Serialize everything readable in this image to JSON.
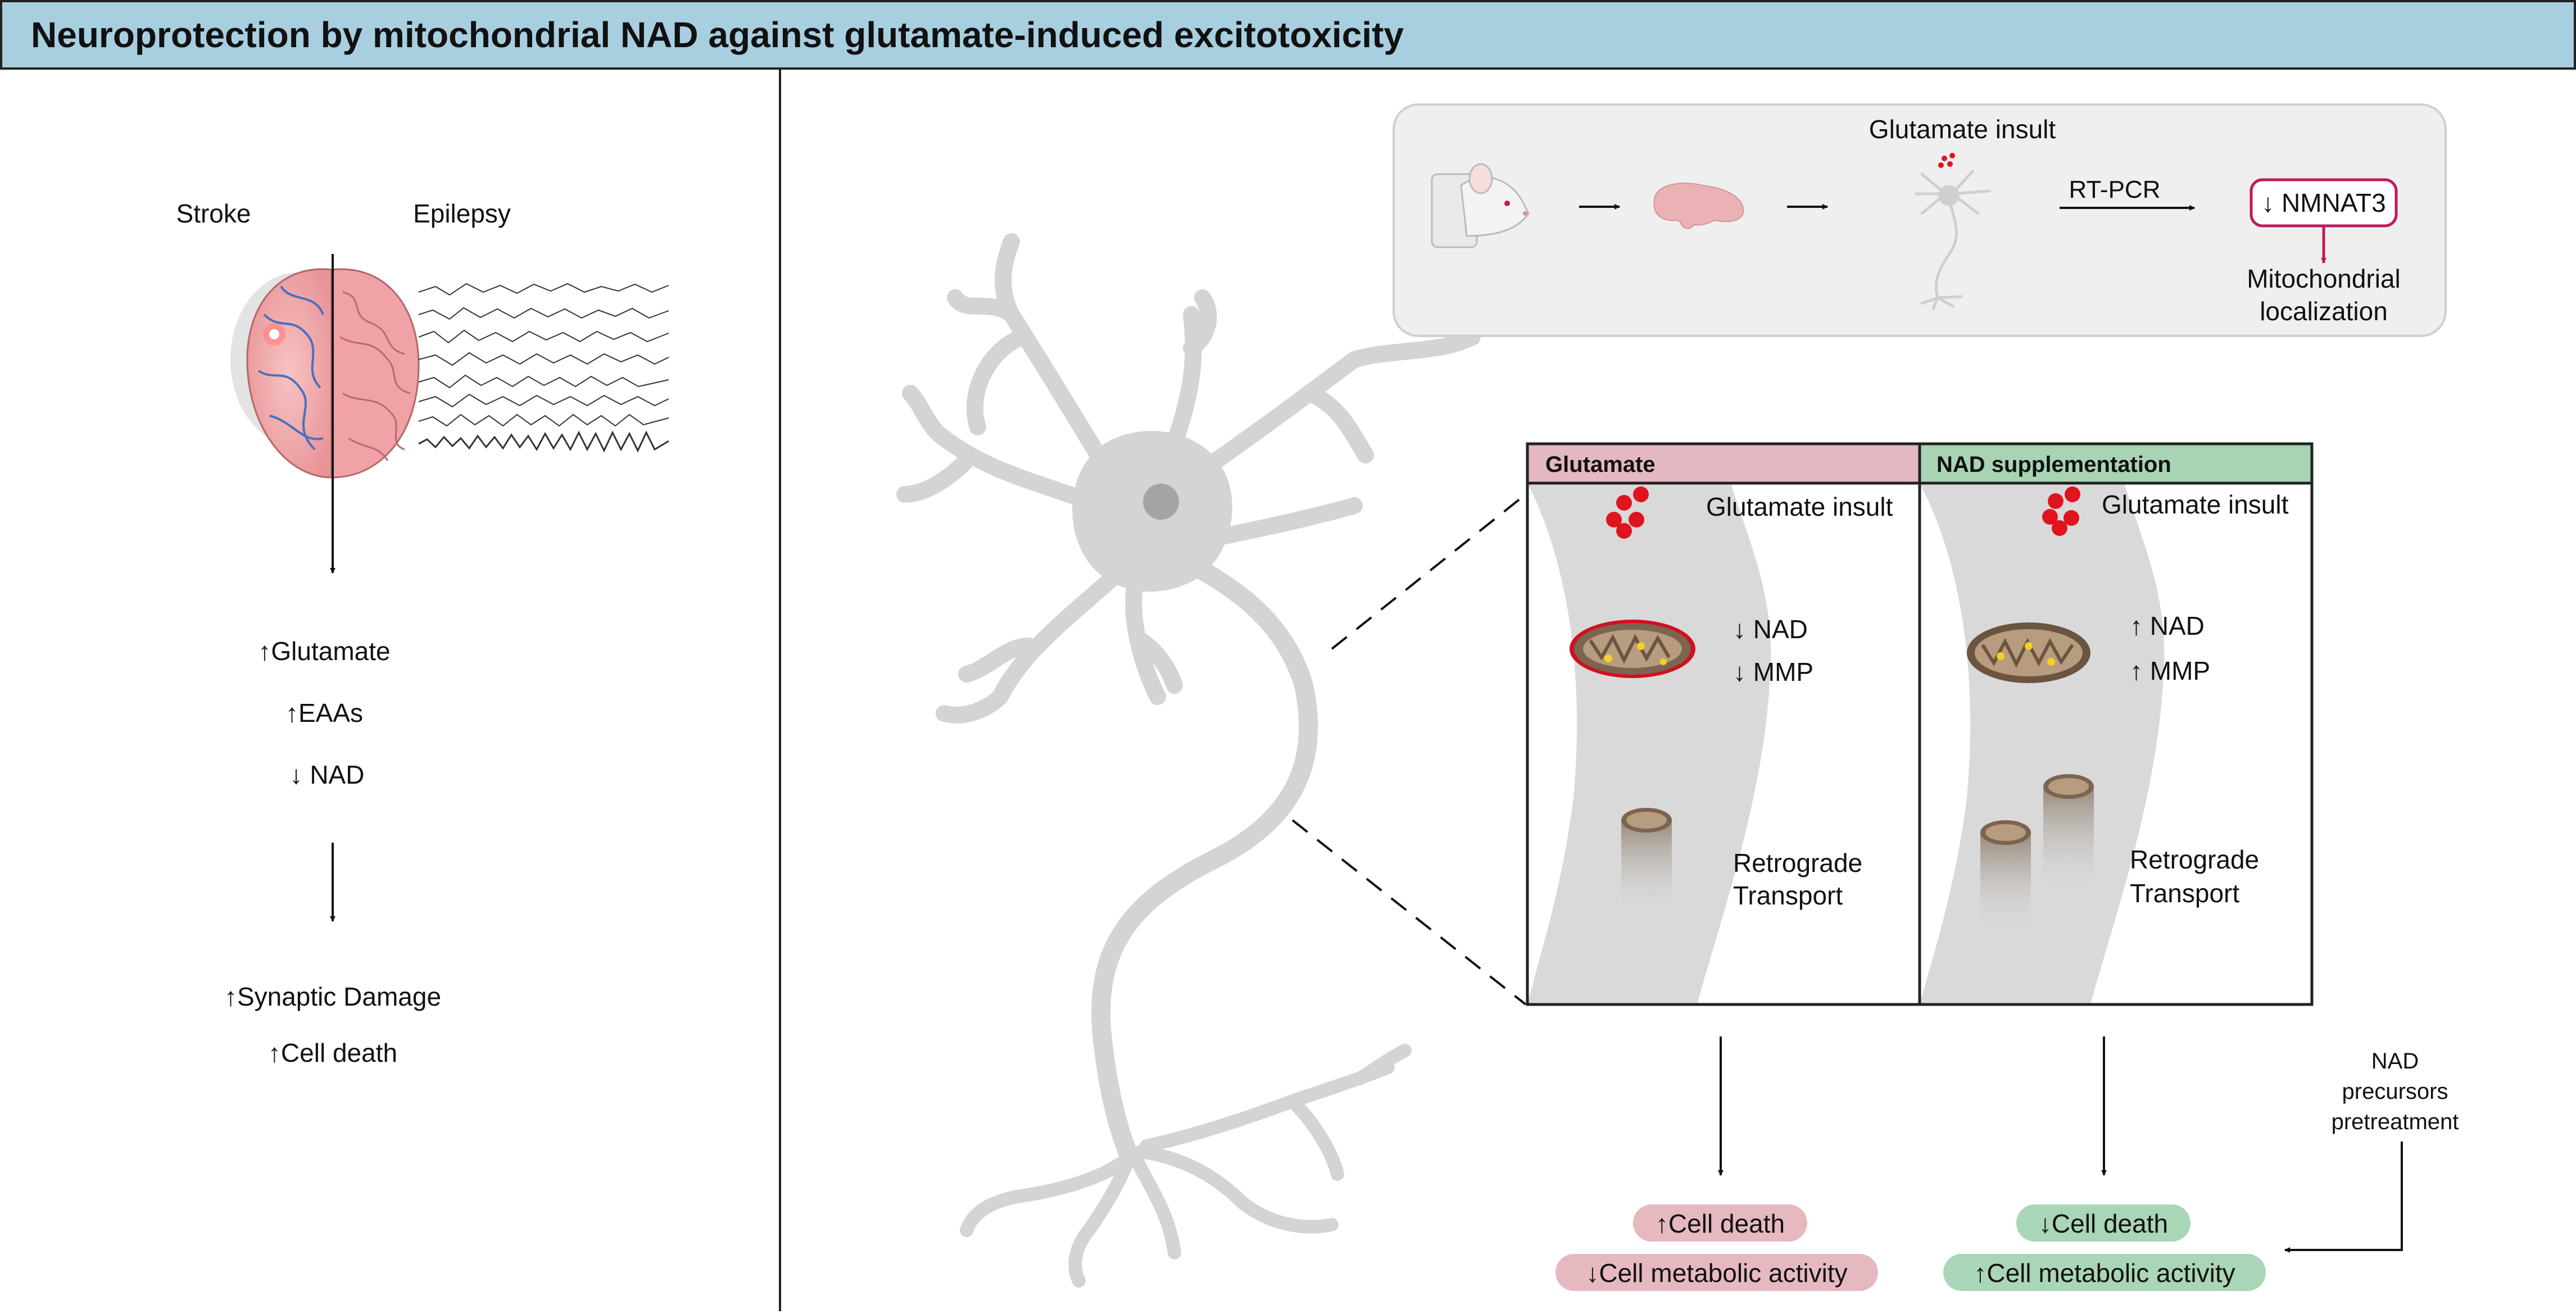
{
  "title": "Neuroprotection by mitochondrial NAD against glutamate-induced excitotoxicity",
  "left_panel": {
    "stroke_label": "Stroke",
    "epilepsy_label": "Epilepsy",
    "effects": [
      "↑Glutamate",
      "↑EAAs",
      "↓ NAD"
    ],
    "outcomes": [
      "↑Synaptic Damage",
      "↑Cell death"
    ]
  },
  "top_box": {
    "glutamate_insult": "Glutamate insult",
    "method": "RT-PCR",
    "nmnat3": "↓ NMNAT3",
    "localization_line1": "Mitochondrial",
    "localization_line2": "localization"
  },
  "glutamate_panel": {
    "header": "Glutamate",
    "insult": "Glutamate insult",
    "nad": "↓ NAD",
    "mmp": "↓ MMP",
    "transport_line1": "Retrograde",
    "transport_line2": "Transport",
    "result1": "↑Cell death",
    "result2": "↓Cell metabolic activity"
  },
  "nad_panel": {
    "header": "NAD supplementation",
    "insult": "Glutamate insult",
    "nad": "↑ NAD",
    "mmp": "↑ MMP",
    "transport_line1": "Retrograde",
    "transport_line2": "Transport",
    "result1": "↓Cell death",
    "result2": "↑Cell metabolic activity"
  },
  "pretreatment": [
    "NAD",
    "precursors",
    "pretreatment"
  ],
  "colors": {
    "title_bar": "#a8cfe0",
    "glutamate_header": "#e4b8c0",
    "nad_header": "#a8d4b4",
    "pink_pill": "#e6b9c1",
    "green_pill": "#a9d6b6",
    "neuron": "#d4d4d4",
    "nmnat_border": "#c0185c",
    "insult_dot": "#e0141e",
    "brain": "#f1a9ab"
  }
}
